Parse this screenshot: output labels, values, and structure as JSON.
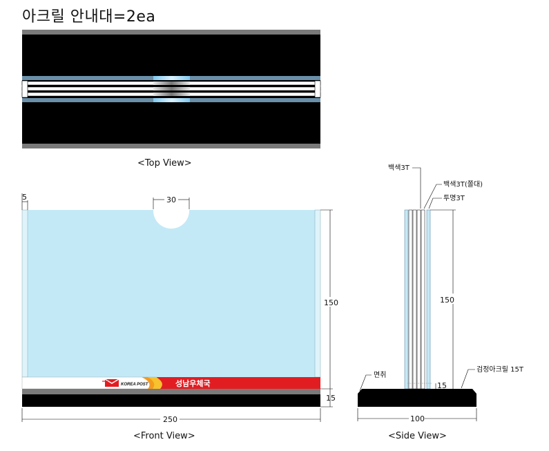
{
  "title": "아크릴 안내대=2ea",
  "captions": {
    "top": "<Top View>",
    "front": "<Front View>",
    "side": "<Side View>"
  },
  "front": {
    "dim_left_edge": "5",
    "dim_notch": "30",
    "dim_height": "150",
    "dim_base": "15",
    "dim_width": "250",
    "logo_text": "KOREA POST",
    "office_name": "성남우체국"
  },
  "side": {
    "label_white_1": "백색3T",
    "label_white_2": "백색3T(쫄대)",
    "label_clear": "투명3T",
    "dim_height": "150",
    "dim_base": "15",
    "dim_width": "100",
    "label_chamfer": "면취",
    "label_black": "검정아크릴 15T"
  },
  "colors": {
    "acrylic_blue": "#c3e9f7",
    "edge_blue": "#6a8fa8",
    "band_red": "#e21d22",
    "base_black": "#000000",
    "cap_gray": "#7a7a7a"
  }
}
